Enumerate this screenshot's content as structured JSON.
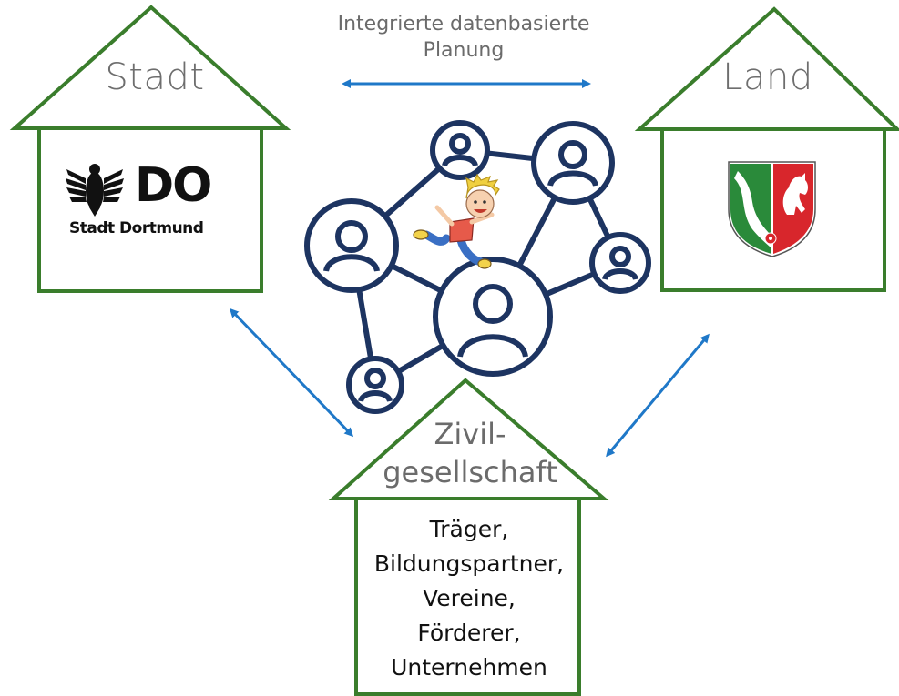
{
  "top_caption": {
    "line1": "Integrierte datenbasierte",
    "line2": "Planung"
  },
  "houses": {
    "stadt": {
      "title": "Stadt",
      "logo_mark": "DO",
      "logo_text": "Stadt Dortmund",
      "icon": "dortmund-eagle-logo"
    },
    "land": {
      "title": "Land",
      "icon": "nrw-coat-of-arms"
    },
    "civil": {
      "title_line1": "Zivil-",
      "title_line2": "gesellschaft",
      "members": [
        "Träger,",
        "Bildungspartner,",
        "Vereine,",
        "Förderer,",
        "Unternehmen"
      ]
    }
  },
  "center": {
    "icon": "people-network-icon",
    "child_icon": "jumping-child-illustration"
  },
  "colors": {
    "house_outline": "#3a7d2c",
    "arrow": "#1f78c8",
    "network": "#1d3461",
    "label_gray": "#6e6e6e"
  }
}
